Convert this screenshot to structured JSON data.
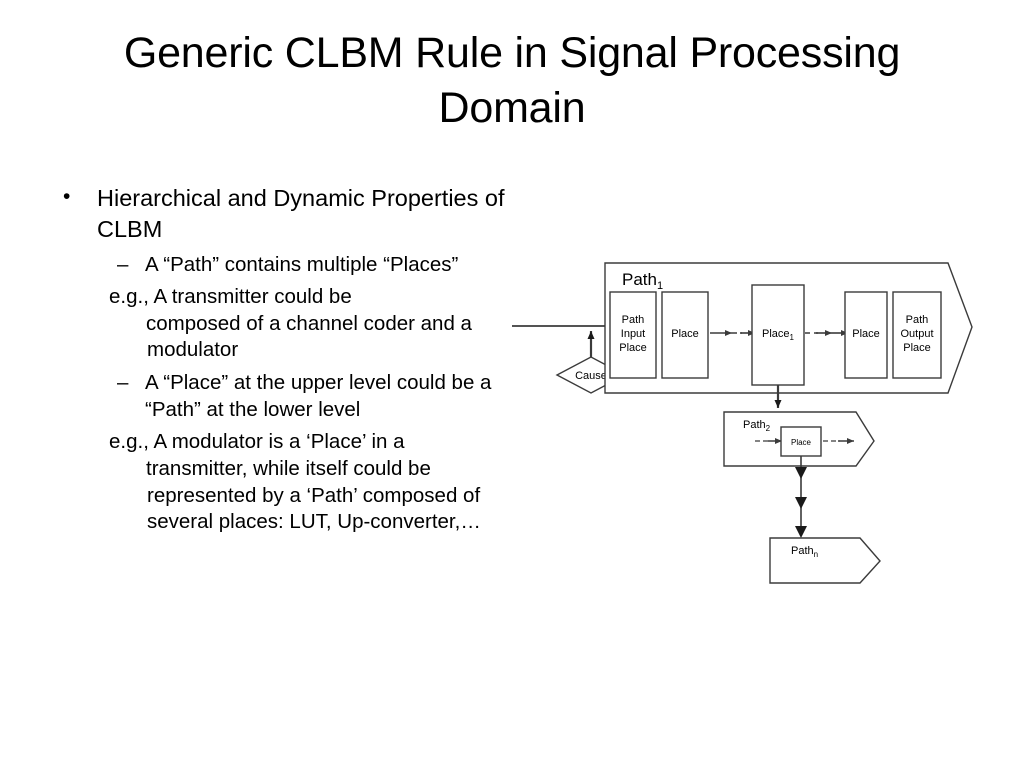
{
  "slide": {
    "title": "Generic CLBM Rule in Signal Processing Domain"
  },
  "bullets": {
    "level1_marker": "•",
    "level2_marker": "–",
    "items": [
      {
        "level": 1,
        "marker": "•",
        "text": "Hierarchical and Dynamic Properties of CLBM"
      },
      {
        "level": 2,
        "marker": "–",
        "text": "A “Path” contains multiple “Places”"
      },
      {
        "level": "eg",
        "lead": "e.g., A transmitter could be ",
        "rest": "composed of a channel coder and a modulator"
      },
      {
        "level": 2,
        "marker": "–",
        "text": " A “Place” at the upper level could be a “Path” at the lower level"
      },
      {
        "level": "eg",
        "lead": "e.g., A modulator is a ‘Place’ in a ",
        "rest": "transmitter, while itself could be represented by a ‘Path’ composed of several places: LUT, Up-converter,…"
      }
    ]
  },
  "diagram": {
    "type": "block-flow",
    "stroke_color": "#3b3b3b",
    "text_color": "#000000",
    "fill_color": "#ffffff",
    "cause": {
      "label": "Cause"
    },
    "path1": {
      "label": "Path",
      "subscript": "1",
      "places": [
        {
          "lines": [
            "Path",
            "Input",
            "Place"
          ]
        },
        {
          "lines": [
            "Place"
          ]
        },
        {
          "lines": [
            "Place"
          ],
          "subscript": "1"
        },
        {
          "lines": [
            "Place"
          ]
        },
        {
          "lines": [
            "Path",
            "Output",
            "Place"
          ]
        }
      ]
    },
    "path2": {
      "label": "Path",
      "subscript": "2",
      "places": [
        {
          "lines": [
            "Place"
          ]
        }
      ]
    },
    "pathn": {
      "label": "Path",
      "subscript": "n",
      "places": []
    }
  }
}
